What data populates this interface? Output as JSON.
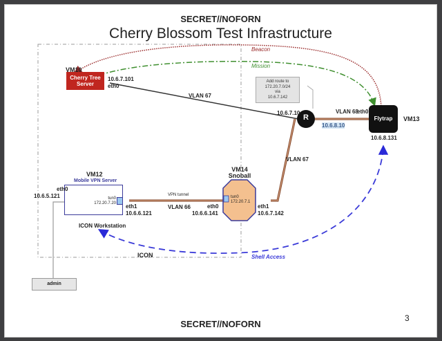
{
  "header": {
    "classification": "SECRET//NOFORN",
    "title": "Cherry Blossom Test Infrastructure"
  },
  "footer": {
    "classification": "SECRET//NOFORN",
    "page_number": "3"
  },
  "zones": {
    "icon_label": "ICON"
  },
  "flows": {
    "beacon": "Beacon",
    "mission": "Mission",
    "shell_access": "Shell Access"
  },
  "nodes": {
    "vm10": {
      "name": "VM10",
      "label_line1": "Cherry Tree",
      "label_line2": "Server",
      "ip": "10.6.7.101",
      "iface": "eth0"
    },
    "router": {
      "label": "R",
      "ip_left": "10.6.7.10",
      "ip_right": "10.6.8.10"
    },
    "note": {
      "line1": "Add route to",
      "line2": "172.20.7.0/24",
      "line3": "via",
      "line4": "10.6.7.142"
    },
    "vm13": {
      "name": "VM13",
      "label": "Flytrap",
      "iface": "eth0",
      "ip": "10.6.8.131"
    },
    "vm12": {
      "name": "VM12",
      "subtitle": "Mobile VPN Server",
      "eth0": "eth0",
      "eth0_ip": "10.6.5.121",
      "tun0": "tun0",
      "tun0_ip": "172.20.7.20",
      "eth1": "eth1",
      "eth1_ip": "10.6.6.121",
      "caption": "ICON Workstation"
    },
    "vm14": {
      "name": "VM14",
      "subtitle": "Snoball",
      "tun0": "tun0",
      "tun0_ip": "172.20.7.1",
      "eth0": "eth0",
      "eth0_ip": "10.6.6.141",
      "eth1": "eth1",
      "eth1_ip": "10.6.7.142"
    },
    "admin": {
      "label": "admin"
    }
  },
  "links": {
    "vlan67_top": "VLAN 67",
    "vlan67_right": "VLAN 67",
    "vlan68": "VLAN 68",
    "vpn_tunnel": "VPN tunnel",
    "vlan66": "VLAN 66"
  },
  "colors": {
    "cherry_red": "#c0261f",
    "beacon": "#9a2a2a",
    "mission": "#3f8f2f",
    "shell": "#3a3ad8",
    "link_brown": "#7a3a1a",
    "snoball_fill": "#f4c08f",
    "vpn_border": "#3a3a9a"
  }
}
